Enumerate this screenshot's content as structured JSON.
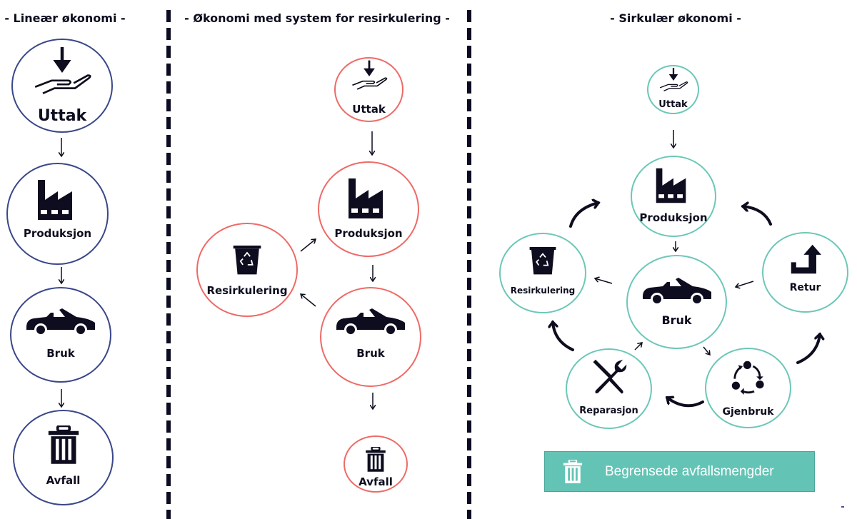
{
  "sections": [
    {
      "title": "- Lineær økonomi -"
    },
    {
      "title": "- Økonomi med system for resirkulering -"
    },
    {
      "title": "- Sirkulær økonomi -"
    }
  ],
  "colors": {
    "linear": "#3a4789",
    "recycling": "#ee6a66",
    "circular": "#6cc7b8",
    "banner": "#63c4b5",
    "ink": "#0d0d1f"
  },
  "linear": {
    "nodes": [
      {
        "label": "Uttak",
        "icon": "hand-receive-icon"
      },
      {
        "label": "Produksjon",
        "icon": "factory-icon"
      },
      {
        "label": "Bruk",
        "icon": "car-icon"
      },
      {
        "label": "Avfall",
        "icon": "trash-icon"
      }
    ]
  },
  "recycling": {
    "nodes": [
      {
        "label": "Uttak",
        "icon": "hand-receive-icon"
      },
      {
        "label": "Produksjon",
        "icon": "factory-icon"
      },
      {
        "label": "Bruk",
        "icon": "car-icon"
      },
      {
        "label": "Resirkulering",
        "icon": "recycle-bin-icon"
      },
      {
        "label": "Avfall",
        "icon": "trash-icon"
      }
    ]
  },
  "circular": {
    "nodes": [
      {
        "label": "Uttak",
        "icon": "hand-receive-icon"
      },
      {
        "label": "Produksjon",
        "icon": "factory-icon"
      },
      {
        "label": "Bruk",
        "icon": "car-icon"
      },
      {
        "label": "Resirkulering",
        "icon": "recycle-bin-icon"
      },
      {
        "label": "Retur",
        "icon": "return-arrow-icon"
      },
      {
        "label": "Reparasjon",
        "icon": "tools-icon"
      },
      {
        "label": "Gjenbruk",
        "icon": "reuse-cycle-icon"
      }
    ],
    "banner": {
      "label": "Begrensede avfallsmengder",
      "icon": "trash-icon"
    }
  }
}
